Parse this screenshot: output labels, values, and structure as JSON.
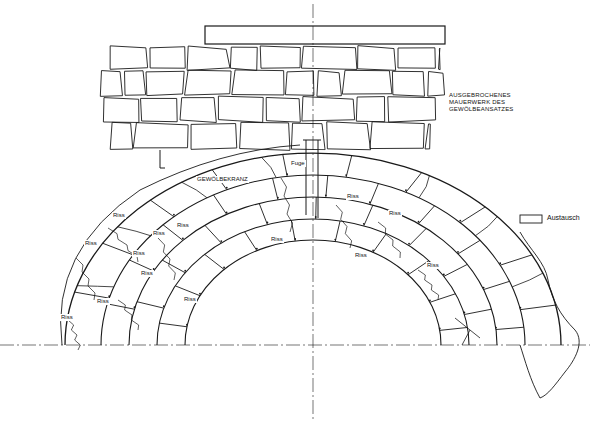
{
  "diagram": {
    "labels": [
      "GEWÖLBEKRANZ",
      "AUSGEBROCHENES MAUERWERK DES GEWÖLBEANSATZES",
      "Fuge",
      "Riss",
      "Riss",
      "Riss",
      "Riss",
      "Riss",
      "Riss",
      "Riss",
      "Riss",
      "Riss",
      "Riss",
      "Riss",
      "Riss",
      "Riss",
      "Riss"
    ],
    "legend": [
      {
        "text": "Austausch"
      }
    ]
  }
}
